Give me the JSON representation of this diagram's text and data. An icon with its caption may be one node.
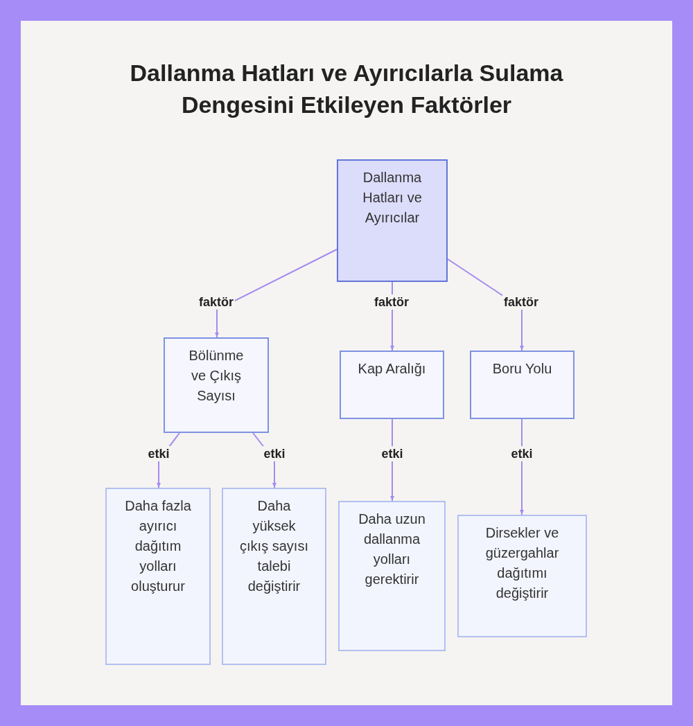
{
  "diagram": {
    "title": "Dallanma Hatları ve Ayırıcılarla Sulama Dengesini Etkileyen Faktörler",
    "nodes": [
      {
        "text": [
          "Dallanma Hatları ve Ayırıcılar"
        ]
      },
      {
        "text": [
          "Bölünme ve Çıkış Sayısı"
        ]
      },
      {
        "text": [
          "Kap Aralığı"
        ]
      },
      {
        "text": [
          "Boru Yolu"
        ]
      },
      {
        "text": [
          "Daha fazla ayırıcı dağıtım yolları oluşturur"
        ]
      },
      {
        "text": [
          "Daha yüksek çıkış sayısı talebi değiştirir"
        ]
      },
      {
        "text": [
          "Daha uzun dallanma yolları gerektirir"
        ]
      },
      {
        "text": [
          "Dirsekler ve güzergahlar dağıtımı değiştirir"
        ]
      }
    ],
    "edges": [
      {
        "from": 0,
        "to": 1,
        "arrow": "to",
        "label": "faktör"
      },
      {
        "from": 0,
        "to": 2,
        "arrow": "to",
        "label": "faktör"
      },
      {
        "from": 0,
        "to": 3,
        "arrow": "to",
        "label": "faktör"
      },
      {
        "from": 1,
        "to": 4,
        "arrow": "to",
        "label": "etki"
      },
      {
        "from": 1,
        "to": 5,
        "arrow": "to",
        "label": "etki"
      },
      {
        "from": 2,
        "to": 6,
        "arrow": "to",
        "label": "etki"
      },
      {
        "from": 3,
        "to": 7,
        "arrow": "to",
        "label": "etki"
      }
    ]
  }
}
